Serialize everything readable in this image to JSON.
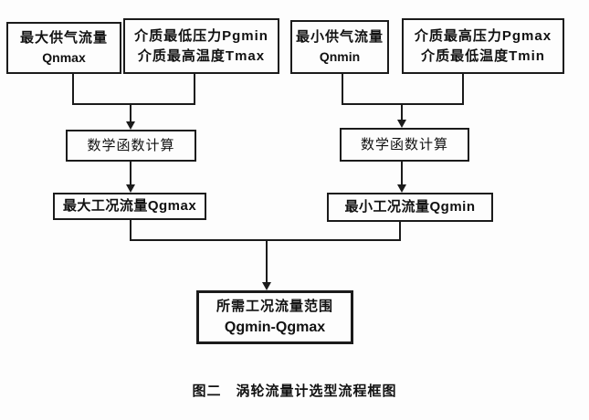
{
  "diagram": {
    "caption": "图二　涡轮流量计选型流程框图",
    "nodes": {
      "qnmax": {
        "line1": "最大供气流量",
        "line2": "Qnmax"
      },
      "pgmin_tmax": {
        "line1": "介质最低压力Pgmin",
        "line2": "介质最高温度Tmax"
      },
      "qnmin": {
        "line1": "最小供气流量",
        "line2": "Qnmin"
      },
      "pgmax_tmin": {
        "line1": "介质最高压力Pgmax",
        "line2": "介质最低温度Tmin"
      },
      "calc_left": {
        "label": "数学函数计算"
      },
      "calc_right": {
        "label": "数学函数计算"
      },
      "qgmax": {
        "label": "最大工况流量Qgmax"
      },
      "qgmin": {
        "label": "最小工况流量Qgmin"
      },
      "result": {
        "line1": "所需工况流量范围",
        "line2": "Qgmin-Qgmax"
      }
    },
    "colors": {
      "line": "#1b1b1b",
      "background": "#fdfdfd",
      "text": "#111111"
    }
  }
}
